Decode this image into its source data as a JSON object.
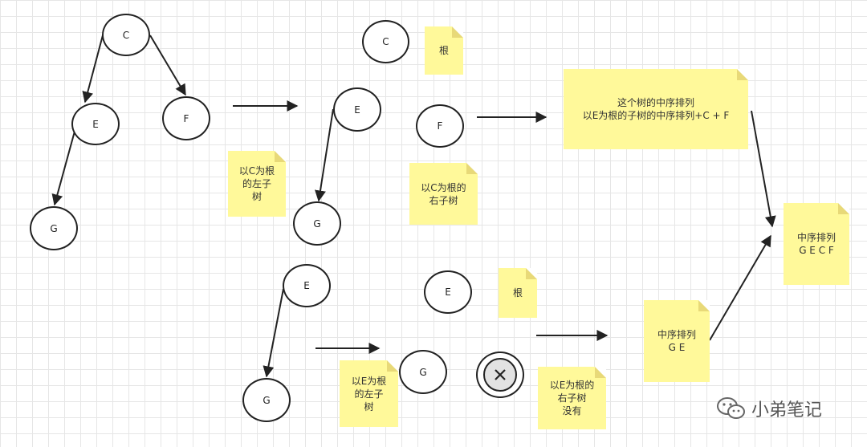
{
  "nodes": {
    "n1": "C",
    "n2": "E",
    "n3": "F",
    "n4": "G",
    "n5": "C",
    "n6": "E",
    "n7": "G",
    "n8": "F",
    "n9": "E",
    "n10": "G",
    "n11": "E",
    "n12": "G"
  },
  "notes": {
    "root_c": "根",
    "left_subtree_c": "以C为根\n的左子\n树",
    "right_subtree_c": "以C为根的\n右子树",
    "inorder_tree": "这个树的中序排列\n以E为根的子树的中序排列+C  +   F",
    "inorder_result": "中序排列\nG E C F",
    "root_e": "根",
    "left_subtree_e": "以E为根\n的左子\n树",
    "inorder_ge": "中序排列\nG E",
    "right_subtree_e": "以E为根的\n右子树\n没有"
  },
  "watermark": {
    "text": "小弟笔记",
    "icon": "wechat-icon"
  },
  "empty_node_icon": "close-icon"
}
